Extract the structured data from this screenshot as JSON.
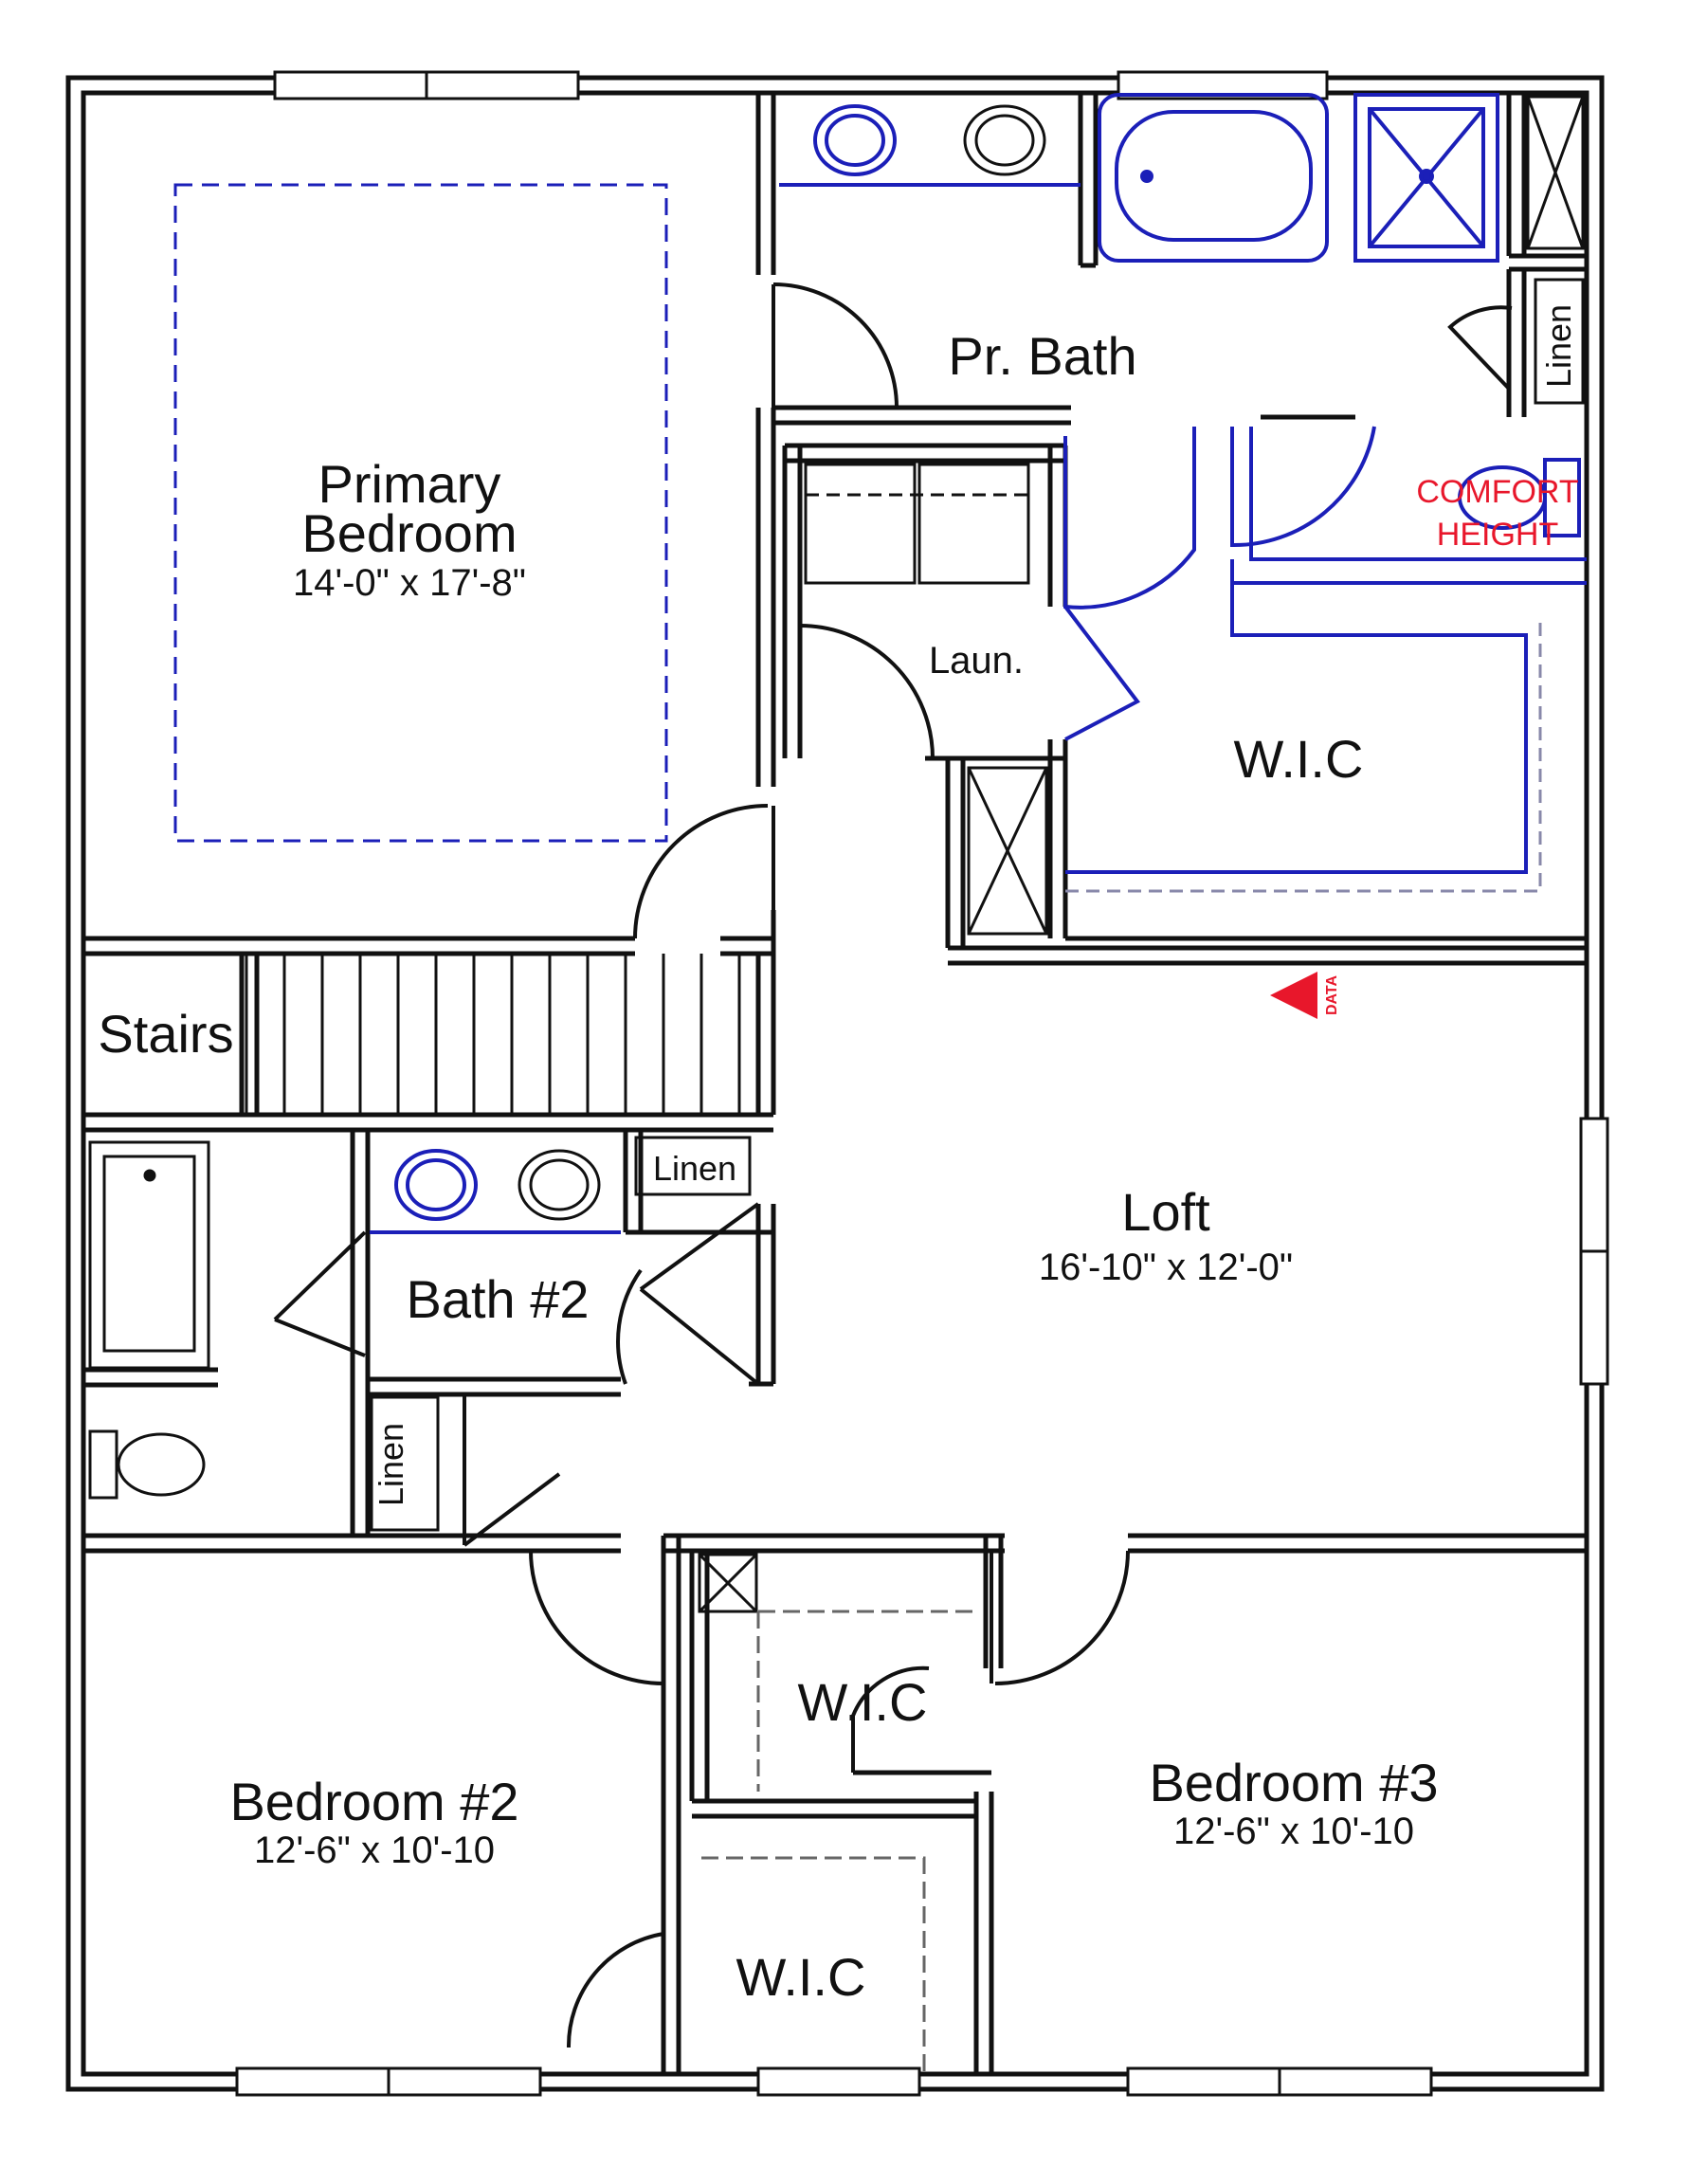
{
  "rooms": {
    "primary_bedroom": {
      "line1": "Primary",
      "line2": "Bedroom",
      "dims": "14'-0\" x 17'-8\""
    },
    "primary_bath": {
      "name": "Pr. Bath"
    },
    "laundry": {
      "name": "Laun."
    },
    "primary_wic": {
      "name": "W.I.C"
    },
    "comfort_height": {
      "line1": "COMFORT",
      "line2": "HEIGHT"
    },
    "data_marker": {
      "label": "DATA"
    },
    "stairs": {
      "name": "Stairs"
    },
    "loft": {
      "name": "Loft",
      "dims": "16'-10\" x 12'-0\""
    },
    "bath2": {
      "name": "Bath #2"
    },
    "linen_upper": {
      "name": "Linen"
    },
    "linen_bath2": {
      "name": "Linen"
    },
    "linen_hall": {
      "name": "Linen"
    },
    "bedroom2": {
      "name": "Bedroom #2",
      "dims": "12'-6\" x 10'-10"
    },
    "bedroom3": {
      "name": "Bedroom #3",
      "dims": "12'-6\" x 10'-10"
    },
    "wic_bed3": {
      "name": "W.I.C"
    },
    "wic_bed2": {
      "name": "W.I.C"
    }
  },
  "colors": {
    "wall": "#111111",
    "fixture": "#1b1fb8",
    "annotation": "#e8172b"
  }
}
